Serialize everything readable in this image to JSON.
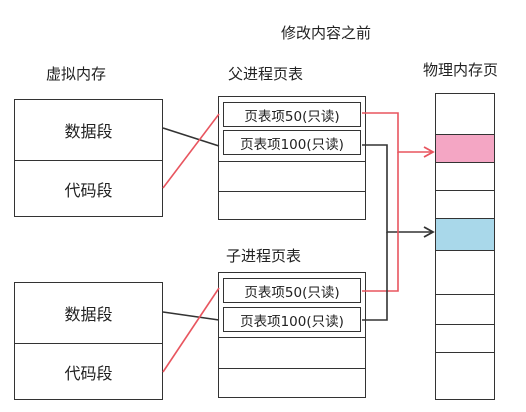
{
  "title": "修改内容之前",
  "virtual_memory": {
    "label": "虚拟内存"
  },
  "parent_page_table": {
    "label": "父进程页表",
    "entries": [
      "页表项50(只读)",
      "页表项100(只读)"
    ]
  },
  "child_page_table": {
    "label": "子进程页表",
    "entries": [
      "页表项50(只读)",
      "页表项100(只读)"
    ]
  },
  "parent_vm": {
    "data_segment": "数据段",
    "code_segment": "代码段"
  },
  "child_vm": {
    "data_segment": "数据段",
    "code_segment": "代码段"
  },
  "physical_memory": {
    "label": "物理内存页",
    "highlight_colors": {
      "pink": "#f4a6c4",
      "blue": "#a9d8ea"
    }
  },
  "colors": {
    "red_arrow": "#e8555f",
    "dark_arrow": "#333333"
  }
}
